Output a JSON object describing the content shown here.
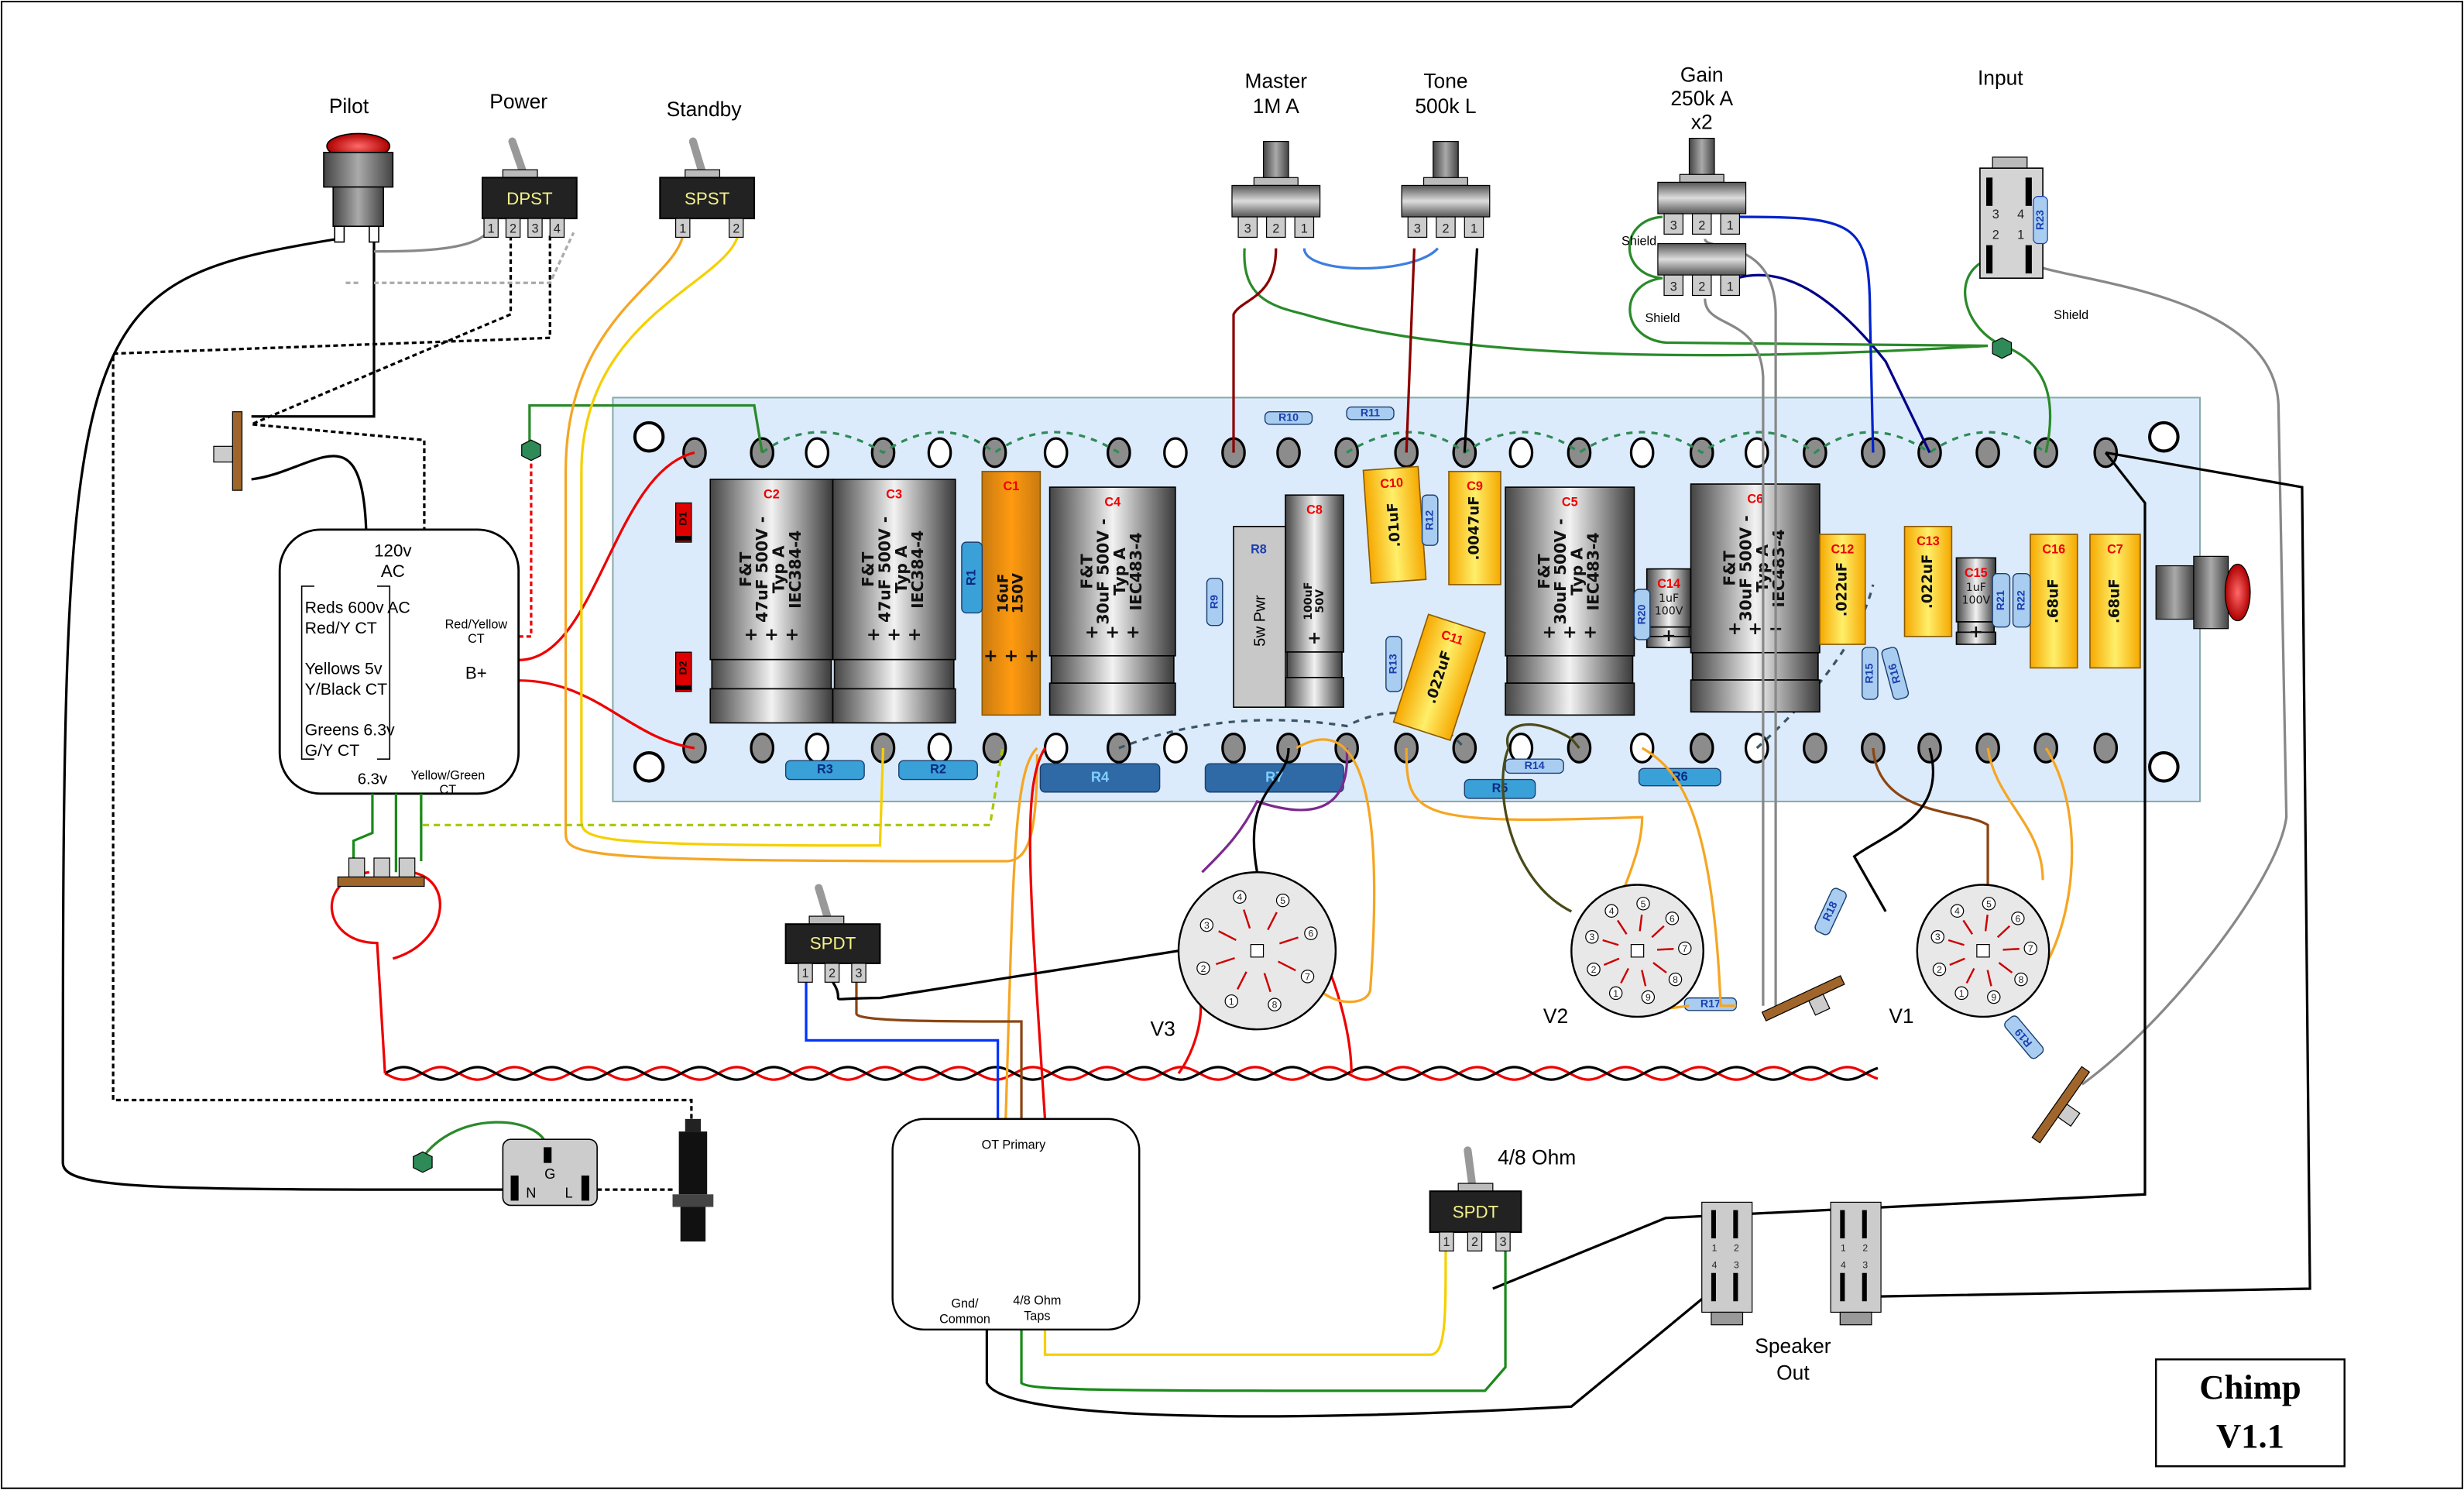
{
  "title_block": {
    "line1": "Chimp",
    "line2": "V1.1"
  },
  "controls": {
    "pilot": {
      "label": "Pilot"
    },
    "power": {
      "label": "Power",
      "switch": "DPST",
      "pins": [
        "1",
        "2",
        "3",
        "4"
      ]
    },
    "standby": {
      "label": "Standby",
      "switch": "SPST",
      "pins": [
        "1",
        "2"
      ]
    },
    "master": {
      "line1": "Master",
      "line2": "1M A",
      "pins": [
        "3",
        "2",
        "1"
      ]
    },
    "tone": {
      "line1": "Tone",
      "line2": "500k L",
      "pins": [
        "3",
        "2",
        "1"
      ]
    },
    "gain": {
      "line1": "Gain",
      "line2": "250k A",
      "line3": "x2",
      "pins": [
        "3",
        "2",
        "1"
      ],
      "shield": "Shield"
    },
    "input": {
      "label": "Input",
      "pins": [
        "3",
        "4",
        "2",
        "1"
      ],
      "resistor": "R23",
      "shield": "Shield"
    }
  },
  "power_transformer": {
    "primary": "120v",
    "primary_unit": "AC",
    "legend": [
      "Reds 600v AC",
      "Red/Y CT",
      "Yellows 5v",
      "Y/Black CT",
      "Greens 6.3v",
      "G/Y CT"
    ],
    "red_yellow_ct": [
      "Red/Yellow",
      "CT"
    ],
    "b_plus": "B+",
    "heater": "6.3v",
    "yellow_green_ct": [
      "Yellow/Green",
      "CT"
    ]
  },
  "board": {
    "capacitors": [
      {
        "id": "C2",
        "lines": [
          "F&T",
          "47uF 500V -",
          "Typ A",
          "IEC384-4"
        ],
        "polarity": "+ + +"
      },
      {
        "id": "C3",
        "lines": [
          "F&T",
          "47uF 500V -",
          "Typ A",
          "IEC384-4"
        ],
        "polarity": "+ + +"
      },
      {
        "id": "C1",
        "lines": [
          "16uF",
          "150V"
        ],
        "polarity": "+ + +"
      },
      {
        "id": "C4",
        "lines": [
          "F&T",
          "30uF 500V -",
          "Typ A",
          "IEC483-4"
        ],
        "polarity": "+ + +"
      },
      {
        "id": "C8",
        "lines": [
          "100uF",
          "50V"
        ],
        "polarity": "+"
      },
      {
        "id": "C10",
        "lines": [
          ".01uF"
        ]
      },
      {
        "id": "C9",
        "lines": [
          ".0047uF"
        ]
      },
      {
        "id": "C11",
        "lines": [
          ".022uF"
        ]
      },
      {
        "id": "C5",
        "lines": [
          "F&T",
          "30uF 500V -",
          "Typ A",
          "IEC483-4"
        ],
        "polarity": "+ + +"
      },
      {
        "id": "C14",
        "lines": [
          "1uF",
          "100V"
        ],
        "polarity": "+"
      },
      {
        "id": "C6",
        "lines": [
          "F&T",
          "30uF 500V -",
          "Typ A",
          "IEC483-4"
        ],
        "polarity": "+ + +"
      },
      {
        "id": "C12",
        "lines": [
          ".022uF"
        ]
      },
      {
        "id": "C13",
        "lines": [
          ".022uF"
        ]
      },
      {
        "id": "C15",
        "lines": [
          "1uF",
          "100V"
        ],
        "polarity": "+"
      },
      {
        "id": "C16",
        "lines": [
          ".68uF"
        ]
      },
      {
        "id": "C7",
        "lines": [
          ".68uF"
        ]
      }
    ],
    "power_resistor": {
      "id": "R8",
      "value": "5w Pwr"
    },
    "resistors": [
      "R1",
      "R2",
      "R3",
      "R4",
      "R7",
      "R5",
      "R14",
      "R6",
      "R9",
      "R10",
      "R11",
      "R12",
      "R13",
      "R20",
      "R15",
      "R16",
      "R21",
      "R22",
      "R17",
      "R18",
      "R19"
    ],
    "diodes": [
      "D1",
      "D2"
    ]
  },
  "tubes": [
    {
      "label": "V3",
      "pins": [
        "1",
        "2",
        "3",
        "4",
        "5",
        "6",
        "7",
        "8"
      ]
    },
    {
      "label": "V2",
      "pins": [
        "1",
        "2",
        "3",
        "4",
        "5",
        "6",
        "7",
        "8",
        "9"
      ]
    },
    {
      "label": "V1",
      "pins": [
        "1",
        "2",
        "3",
        "4",
        "5",
        "6",
        "7",
        "8",
        "9"
      ]
    }
  ],
  "bias_switch": {
    "switch": "SPDT",
    "pins": [
      "1",
      "2",
      "3"
    ]
  },
  "output_transformer": {
    "title": "OT Primary",
    "gnd": [
      "Gnd/",
      "Common"
    ],
    "taps": [
      "4/8 Ohm",
      "Taps"
    ]
  },
  "impedance_switch": {
    "label": "4/8 Ohm",
    "switch": "SPDT",
    "pins": [
      "1",
      "2",
      "3"
    ]
  },
  "speaker_out": {
    "line1": "Speaker",
    "line2": "Out",
    "pins": [
      "1",
      "2",
      "4",
      "3"
    ]
  },
  "iec_inlet": {
    "ground": "G",
    "neutral": "N",
    "line": "L"
  },
  "colors": {
    "board": "#dcebfb",
    "electrolytic": "#8a8a8a",
    "film_cap": "#ffc61e",
    "c1": "#f39a12",
    "resistor": "#a9cdf0",
    "power_resistor": "#2f6aa6",
    "diode": "#e00000",
    "pilot": "#d40000",
    "ground_bus": "#2e8b57"
  }
}
